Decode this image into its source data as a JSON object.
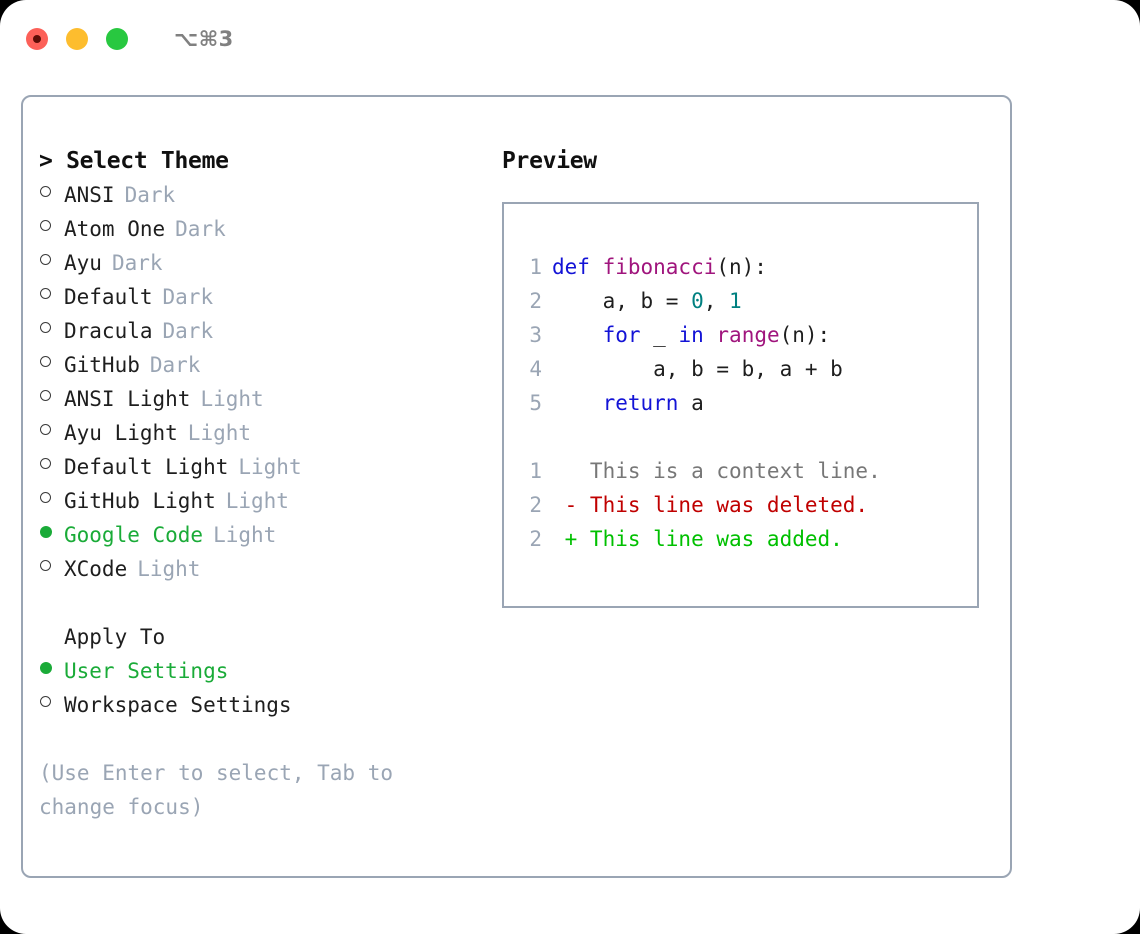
{
  "titlebar": {
    "lights": [
      "close-red",
      "minimize-yellow",
      "maximize-green"
    ],
    "shortcut": "⌥⌘3"
  },
  "left": {
    "header": "> Select Theme",
    "themes": [
      {
        "name": "ANSI",
        "variant": "Dark",
        "selected": false
      },
      {
        "name": "Atom One",
        "variant": "Dark",
        "selected": false
      },
      {
        "name": "Ayu",
        "variant": "Dark",
        "selected": false
      },
      {
        "name": "Default",
        "variant": "Dark",
        "selected": false
      },
      {
        "name": "Dracula",
        "variant": "Dark",
        "selected": false
      },
      {
        "name": "GitHub",
        "variant": "Dark",
        "selected": false
      },
      {
        "name": "ANSI Light",
        "variant": "Light",
        "selected": false
      },
      {
        "name": "Ayu Light",
        "variant": "Light",
        "selected": false
      },
      {
        "name": "Default Light",
        "variant": "Light",
        "selected": false
      },
      {
        "name": "GitHub Light",
        "variant": "Light",
        "selected": false
      },
      {
        "name": "Google Code",
        "variant": "Light",
        "selected": true
      },
      {
        "name": "XCode",
        "variant": "Light",
        "selected": false
      }
    ],
    "apply_to_header": "Apply To",
    "apply_to": [
      {
        "name": "User Settings",
        "selected": true
      },
      {
        "name": "Workspace Settings",
        "selected": false
      }
    ],
    "hint": "(Use Enter to select, Tab to change focus)"
  },
  "right": {
    "header": "Preview",
    "code": [
      {
        "ln": "1",
        "tokens": [
          {
            "t": "def ",
            "c": "kw"
          },
          {
            "t": "fibonacci",
            "c": "fn"
          },
          {
            "t": "(n):",
            "c": "plain"
          }
        ]
      },
      {
        "ln": "2",
        "tokens": [
          {
            "t": "    a, b = ",
            "c": "plain"
          },
          {
            "t": "0",
            "c": "num"
          },
          {
            "t": ", ",
            "c": "plain"
          },
          {
            "t": "1",
            "c": "num"
          }
        ]
      },
      {
        "ln": "3",
        "tokens": [
          {
            "t": "    ",
            "c": "plain"
          },
          {
            "t": "for",
            "c": "kw"
          },
          {
            "t": " _ ",
            "c": "plain"
          },
          {
            "t": "in",
            "c": "kw"
          },
          {
            "t": " ",
            "c": "plain"
          },
          {
            "t": "range",
            "c": "fn"
          },
          {
            "t": "(n):",
            "c": "plain"
          }
        ]
      },
      {
        "ln": "4",
        "tokens": [
          {
            "t": "        a, b = b, a + b",
            "c": "plain"
          }
        ]
      },
      {
        "ln": "5",
        "tokens": [
          {
            "t": "    ",
            "c": "plain"
          },
          {
            "t": "return",
            "c": "kw"
          },
          {
            "t": " a",
            "c": "plain"
          }
        ]
      }
    ],
    "diff": [
      {
        "ln": "1",
        "marker": "  ",
        "text": "This is a context line.",
        "kind": "context"
      },
      {
        "ln": "2",
        "marker": "- ",
        "text": "This line was deleted.",
        "kind": "del"
      },
      {
        "ln": "2",
        "marker": "+ ",
        "text": "This line was added.",
        "kind": "add"
      }
    ]
  },
  "colors": {
    "accent_green": "#1aab38",
    "border": "#9aa5b4",
    "muted": "#9aa5b4",
    "keyword": "#1313d6",
    "function": "#a0157d",
    "number": "#008080",
    "diff_add": "#00c000",
    "diff_del": "#c00000",
    "diff_context": "#777777"
  }
}
